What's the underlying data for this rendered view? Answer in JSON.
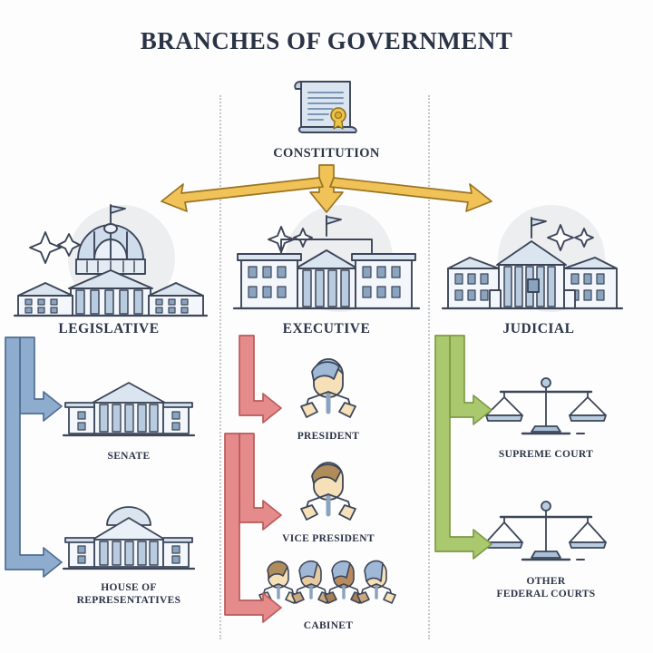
{
  "page": {
    "title": "BRANCHES OF GOVERNMENT",
    "background_color": "#fdfdfd",
    "text_color": "#2b3347"
  },
  "constitution": {
    "label": "CONSTITUTION",
    "icon": "scroll-document-with-gold-seal-icon",
    "seal_color": "#e8b93d"
  },
  "distribution_arrows": {
    "icon": "three-way-spreading-arrow-icon",
    "color": "#e9b84a",
    "directions": [
      "left",
      "down",
      "right"
    ]
  },
  "dividers": {
    "style": "dotted-vertical",
    "color": "#c3c7cc",
    "count": 2
  },
  "branches": [
    {
      "id": "legislative",
      "label": "LEGISLATIVE",
      "icon": "capitol-building-dome-icon",
      "accent_color": "#7d9ec4",
      "sub_items": [
        {
          "id": "senate",
          "label": "SENATE",
          "icon": "classical-government-building-icon"
        },
        {
          "id": "house-of-representatives",
          "label": "HOUSE OF\nREPRESENTATIVES",
          "icon": "domed-government-building-icon"
        }
      ]
    },
    {
      "id": "executive",
      "label": "EXECUTIVE",
      "icon": "white-house-building-icon",
      "accent_color": "#e08585",
      "sub_items": [
        {
          "id": "president",
          "label": "PRESIDENT",
          "icon": "person-figure-icon"
        },
        {
          "id": "vice-president",
          "label": "VICE PRESIDENT",
          "icon": "person-figure-icon"
        },
        {
          "id": "cabinet",
          "label": "CABINET",
          "icon": "group-of-people-icon"
        }
      ]
    },
    {
      "id": "judicial",
      "label": "JUDICIAL",
      "icon": "supreme-court-building-icon",
      "accent_color": "#a4c366",
      "sub_items": [
        {
          "id": "supreme-court",
          "label": "SUPREME COURT",
          "icon": "balance-scales-icon"
        },
        {
          "id": "other-federal-courts",
          "label": "OTHER\nFEDERAL COURTS",
          "icon": "balance-scales-icon"
        }
      ]
    }
  ]
}
